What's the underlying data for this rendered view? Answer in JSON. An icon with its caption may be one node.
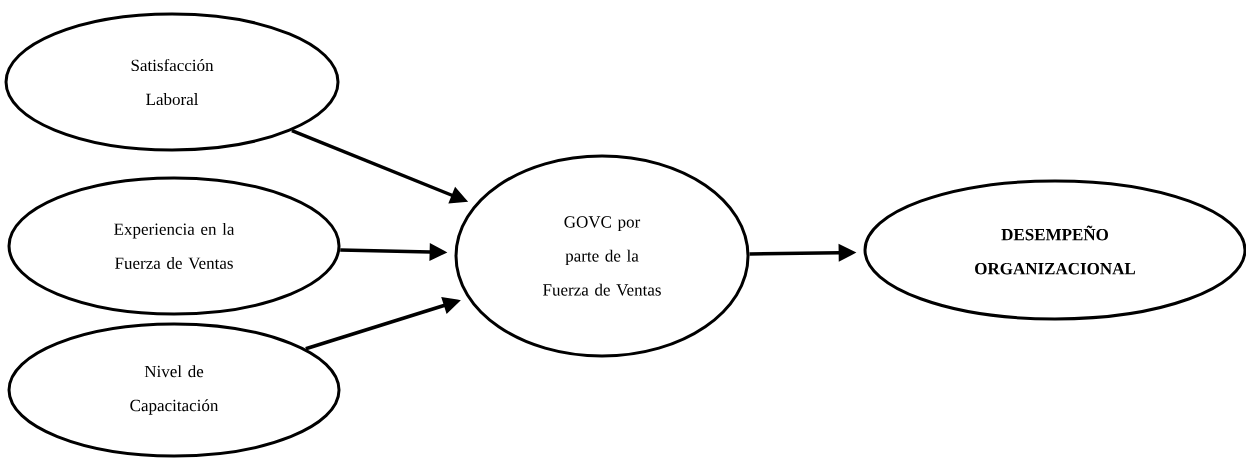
{
  "diagram": {
    "nodes": [
      {
        "text": [
          "Satisfacción Laboral"
        ]
      },
      {
        "text": [
          "Experiencia en la Fuerza de Ventas"
        ]
      },
      {
        "text": [
          "Nivel de Capacitación"
        ]
      },
      {
        "text": [
          "GOVC por parte de la Fuerza de Ventas"
        ]
      },
      {
        "text": [
          "DESEMPEÑO ORGANIZACIONAL"
        ]
      }
    ],
    "edges": [
      {
        "from": 0,
        "to": 3,
        "arrow": "to"
      },
      {
        "from": 1,
        "to": 3,
        "arrow": "to"
      },
      {
        "from": 2,
        "to": 3,
        "arrow": "to"
      },
      {
        "from": 3,
        "to": 4,
        "arrow": "to"
      }
    ]
  }
}
